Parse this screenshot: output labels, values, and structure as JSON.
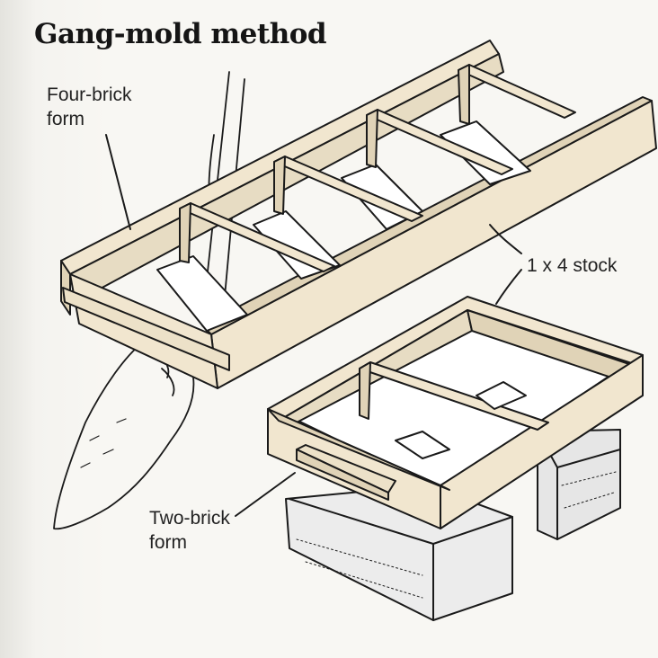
{
  "title": "Gang-mold method",
  "labels": {
    "four_brick": [
      "Four-brick",
      "form"
    ],
    "stock": "1 x 4 stock",
    "two_brick": [
      "Two-brick",
      "form"
    ]
  },
  "colors": {
    "wood": "#f1e6cf",
    "wood_shade": "#e0d3b7",
    "outline": "#1a1a1a",
    "brick": "#ececec"
  }
}
